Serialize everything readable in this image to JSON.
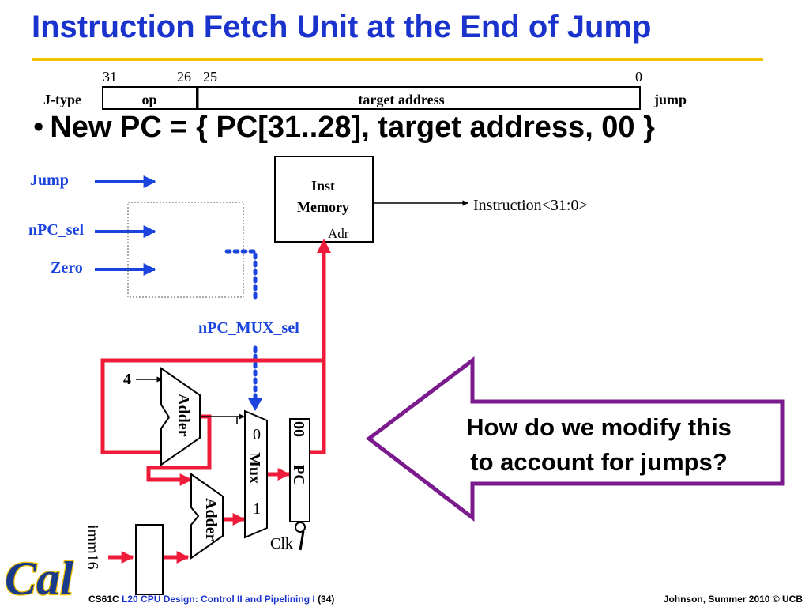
{
  "title": "Instruction Fetch Unit at the End of  Jump",
  "jtype": {
    "label": "J-type",
    "bit31": "31",
    "bit26": "26",
    "bit25": "25",
    "bit0": "0",
    "field_op": "op",
    "field_target": "target address",
    "instr_name": "jump"
  },
  "bullet": "New PC = { PC[31..28], target address, 00 }",
  "diagram": {
    "signal_jump": "Jump",
    "signal_npc_sel": "nPC_sel",
    "signal_zero": "Zero",
    "signal_npc_mux_sel": "nPC_MUX_sel",
    "inst_memory_line1": "Inst",
    "inst_memory_line2": "Memory",
    "adr_label": "Adr",
    "instruction_label": "Instruction<31:0>",
    "const_four": "4",
    "adder_label": "Adder",
    "mux_label": "Mux",
    "mux_in0": "0",
    "mux_in1": "1",
    "pc_label": "PC",
    "pc_low_bits": "00",
    "clk_label": "Clk",
    "imm16_label": "imm16"
  },
  "callout": {
    "line1": "How do we modify this",
    "line2": "to account for jumps?"
  },
  "logo": "Cal",
  "footer": {
    "course": "CS61C",
    "lecture": "L20 CPU Design: Control II and Pipelining I",
    "page": "(34)",
    "credit": "Johnson, Summer 2010 © UCB"
  },
  "colors": {
    "title_blue": "#1a33cc",
    "rule_gold": "#f2c200",
    "wire_red": "#ee1c3a",
    "control_blue": "#1a44dd",
    "callout_purple": "#7a1a8c"
  }
}
